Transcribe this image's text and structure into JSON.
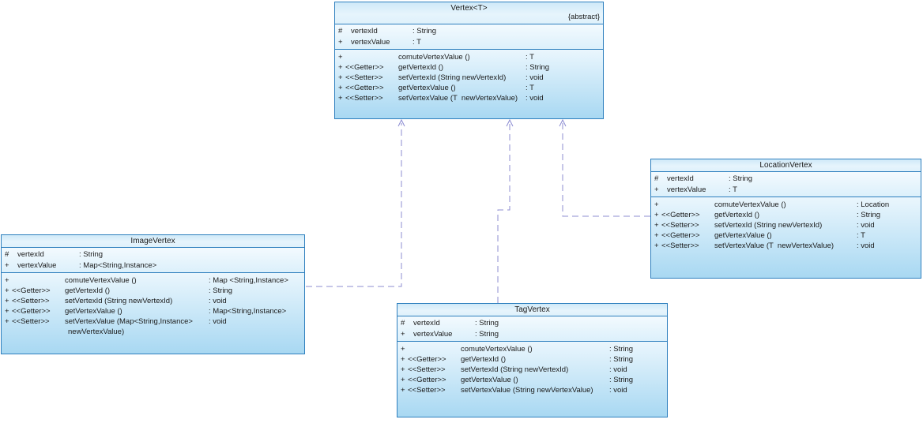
{
  "colors": {
    "class_border": "#2e7fbe",
    "connector": "#8c8cd2",
    "compartment_fill_bottom": "#a8d8f2",
    "text": "#1a1a1a"
  },
  "classes": {
    "vertex": {
      "title": "Vertex<T>",
      "abstract_tag": "{abstract}",
      "attributes": [
        {
          "vis": "#",
          "name": "vertexId",
          "type": ": String"
        },
        {
          "vis": "+",
          "name": "vertexValue",
          "type": ": T"
        }
      ],
      "methods": [
        {
          "vis": "+",
          "stereo": "",
          "sig": "comuteVertexValue ()",
          "ret": ": T"
        },
        {
          "vis": "+",
          "stereo": "<<Getter>>",
          "sig": "getVertexId ()",
          "ret": ": String"
        },
        {
          "vis": "+",
          "stereo": "<<Setter>>",
          "sig": "setVertexId (String newVertexId)",
          "ret": ": void"
        },
        {
          "vis": "+",
          "stereo": "<<Getter>>",
          "sig": "getVertexValue ()",
          "ret": ": T"
        },
        {
          "vis": "+",
          "stereo": "<<Setter>>",
          "sig": "setVertexValue (T  newVertexValue)",
          "ret": ": void"
        }
      ]
    },
    "image_vertex": {
      "title": "ImageVertex",
      "attributes": [
        {
          "vis": "#",
          "name": "vertexId",
          "type": ": String"
        },
        {
          "vis": "+",
          "name": "vertexValue",
          "type": ": Map<String,Instance>"
        }
      ],
      "methods": [
        {
          "vis": "+",
          "stereo": "",
          "sig": "comuteVertexValue ()",
          "ret": ": Map <String,Instance>"
        },
        {
          "vis": "+",
          "stereo": "<<Getter>>",
          "sig": "getVertexId ()",
          "ret": ": String"
        },
        {
          "vis": "+",
          "stereo": "<<Setter>>",
          "sig": "setVertexId (String newVertexId)",
          "ret": ": void"
        },
        {
          "vis": "+",
          "stereo": "<<Getter>>",
          "sig": "getVertexValue ()",
          "ret": ": Map<String,Instance>"
        },
        {
          "vis": "+",
          "stereo": "<<Setter>>",
          "sig": "setVertexValue (Map<String,Instance>",
          "sig2": "newVertexValue)",
          "ret": ": void"
        }
      ]
    },
    "location_vertex": {
      "title": "LocationVertex",
      "attributes": [
        {
          "vis": "#",
          "name": "vertexId",
          "type": ": String"
        },
        {
          "vis": "+",
          "name": "vertexValue",
          "type": ": T"
        }
      ],
      "methods": [
        {
          "vis": "+",
          "stereo": "",
          "sig": "comuteVertexValue ()",
          "ret": ": Location"
        },
        {
          "vis": "+",
          "stereo": "<<Getter>>",
          "sig": "getVertexId ()",
          "ret": ": String"
        },
        {
          "vis": "+",
          "stereo": "<<Setter>>",
          "sig": "setVertexId (String newVertexId)",
          "ret": ": void"
        },
        {
          "vis": "+",
          "stereo": "<<Getter>>",
          "sig": "getVertexValue ()",
          "ret": ": T"
        },
        {
          "vis": "+",
          "stereo": "<<Setter>>",
          "sig": "setVertexValue (T  newVertexValue)",
          "ret": ": void"
        }
      ]
    },
    "tag_vertex": {
      "title": "TagVertex",
      "attributes": [
        {
          "vis": "#",
          "name": "vertexId",
          "type": ": String"
        },
        {
          "vis": "+",
          "name": "vertexValue",
          "type": ": String"
        }
      ],
      "methods": [
        {
          "vis": "+",
          "stereo": "",
          "sig": "comuteVertexValue ()",
          "ret": ": String"
        },
        {
          "vis": "+",
          "stereo": "<<Getter>>",
          "sig": "getVertexId ()",
          "ret": ": String"
        },
        {
          "vis": "+",
          "stereo": "<<Setter>>",
          "sig": "setVertexId (String newVertexId)",
          "ret": ": void"
        },
        {
          "vis": "+",
          "stereo": "<<Getter>>",
          "sig": "getVertexValue ()",
          "ret": ": String"
        },
        {
          "vis": "+",
          "stereo": "<<Setter>>",
          "sig": "setVertexValue (String newVertexValue)",
          "ret": ": void"
        }
      ]
    }
  },
  "connectors": [
    {
      "from": "ImageVertex",
      "to": "Vertex<T>",
      "line": "dashed",
      "arrowhead": "open"
    },
    {
      "from": "TagVertex",
      "to": "Vertex<T>",
      "line": "dashed",
      "arrowhead": "open"
    },
    {
      "from": "LocationVertex",
      "to": "Vertex<T>",
      "line": "dashed",
      "arrowhead": "open"
    }
  ]
}
